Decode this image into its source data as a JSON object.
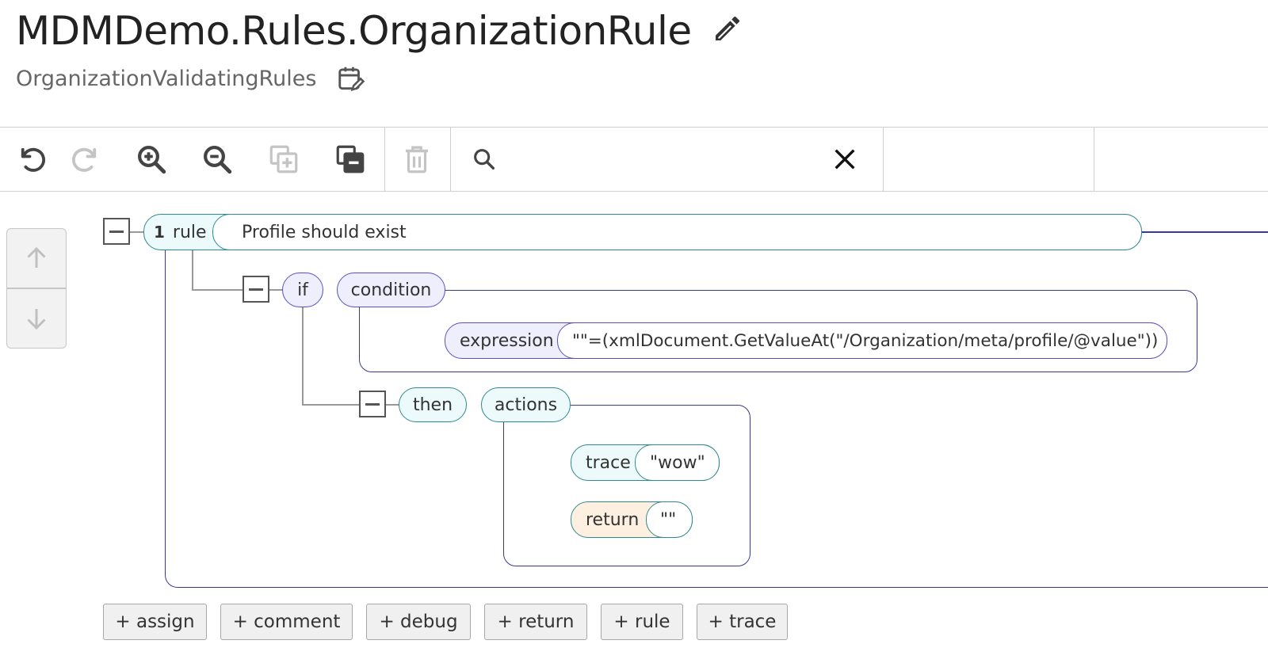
{
  "header": {
    "title": "MDMDemo.Rules.OrganizationRule",
    "subtitle": "OrganizationValidatingRules"
  },
  "toolbar": {
    "search_placeholder": "",
    "icons": [
      "undo-icon",
      "redo-icon",
      "zoom-in-icon",
      "zoom-out-icon",
      "copy-add-icon",
      "copy-remove-icon",
      "trash-icon",
      "search-icon",
      "close-icon"
    ]
  },
  "tree": {
    "rule": {
      "number": "1",
      "keyword": "rule",
      "name": "Profile should exist"
    },
    "if": {
      "keyword": "if",
      "condition_label": "condition",
      "expression_label": "expression",
      "expression_value": "\"\"=(xmlDocument.GetValueAt(\"/Organization/meta/profile/@value\"))"
    },
    "then": {
      "keyword": "then",
      "actions_label": "actions",
      "trace_label": "trace",
      "trace_value": "\"wow\"",
      "return_label": "return",
      "return_value": "\"\""
    }
  },
  "add_buttons": [
    "+ assign",
    "+ comment",
    "+ debug",
    "+ return",
    "+ rule",
    "+ trace"
  ],
  "colors": {
    "teal": "#2f8a8f",
    "purple": "#5a4fc9",
    "frame": "#3a3a8c",
    "peach": "#fdf0e0"
  }
}
